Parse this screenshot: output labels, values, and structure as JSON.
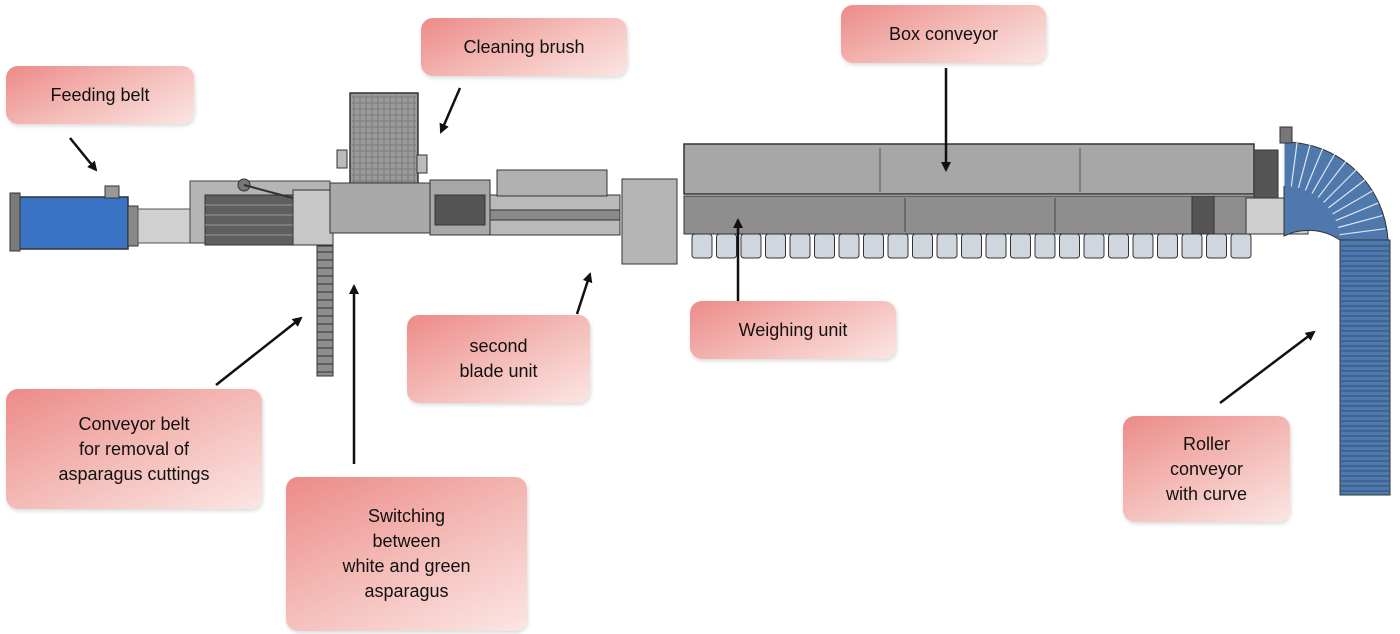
{
  "labels": {
    "feeding_belt": "Feeding belt",
    "cleaning_brush": "Cleaning brush",
    "box_conveyor": "Box conveyor",
    "conveyor_belt_cuttings": "Conveyor belt\nfor removal of\nasparagus cuttings",
    "switching": "Switching\nbetween\nwhite and green\nasparagus",
    "second_blade_unit": "second\nblade unit",
    "weighing_unit": "Weighing unit",
    "roller_conveyor": "Roller\nconveyor\nwith curve"
  },
  "colors": {
    "label_fill_start": "#ec8a88",
    "label_fill_end": "#fbe6e3",
    "machine_gray": "#a9a9a9",
    "machine_dark": "#555555",
    "feeding_belt_blue": "#3a73c4",
    "roller_blue": "#4f79ad"
  }
}
